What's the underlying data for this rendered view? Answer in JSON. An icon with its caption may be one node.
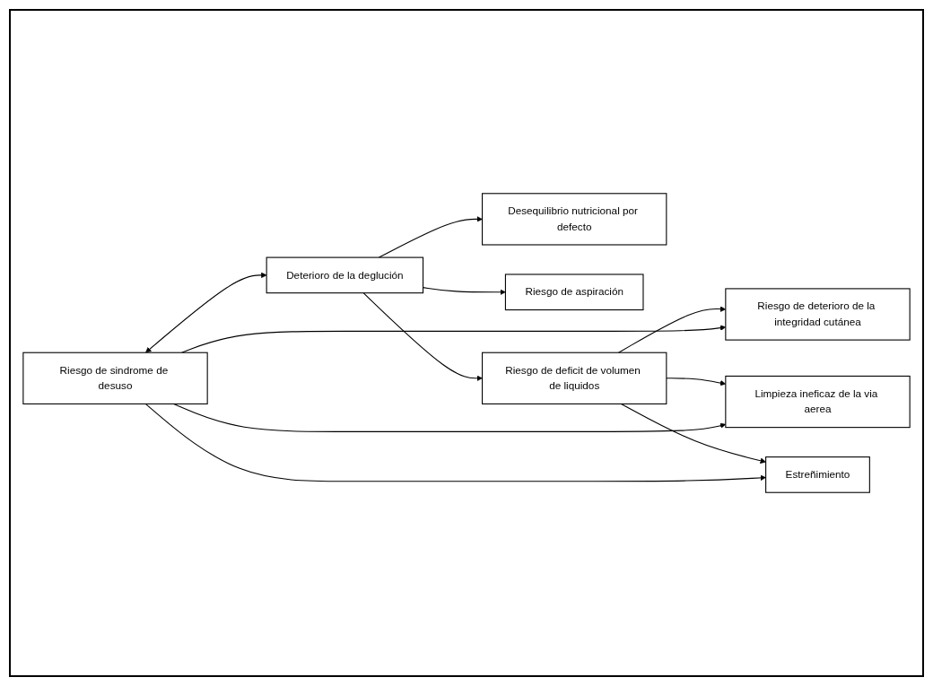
{
  "diagram": {
    "nodes": [
      {
        "text": [
          "Riesgo de sindrome de desuso"
        ]
      },
      {
        "text": [
          "Deterioro de la deglución"
        ]
      },
      {
        "text": [
          "Riesgo de deterioro de la integridad cutánea"
        ]
      },
      {
        "text": [
          "Limpieza ineficaz de la via aerea"
        ]
      },
      {
        "text": [
          "Estreñimiento"
        ]
      },
      {
        "text": [
          "Riesgo de aspiración"
        ]
      },
      {
        "text": [
          "Riesgo de deficit de volumen de liquidos"
        ]
      },
      {
        "text": [
          "Desequilibrio nutricional por defecto"
        ]
      }
    ],
    "edges": [
      {
        "from": 0,
        "to": 2,
        "arrow": "to"
      },
      {
        "from": 0,
        "to": 3,
        "arrow": "to"
      },
      {
        "from": 0,
        "to": 4,
        "arrow": "to"
      },
      {
        "from": 0,
        "to": 1,
        "arrow": "both"
      },
      {
        "from": 1,
        "to": 5,
        "arrow": "to"
      },
      {
        "from": 1,
        "to": 6,
        "arrow": "to"
      },
      {
        "from": 1,
        "to": 7,
        "arrow": "to"
      },
      {
        "from": 6,
        "to": 4,
        "arrow": "to"
      },
      {
        "from": 6,
        "to": 3,
        "arrow": "to"
      },
      {
        "from": 6,
        "to": 2,
        "arrow": "to"
      }
    ]
  }
}
